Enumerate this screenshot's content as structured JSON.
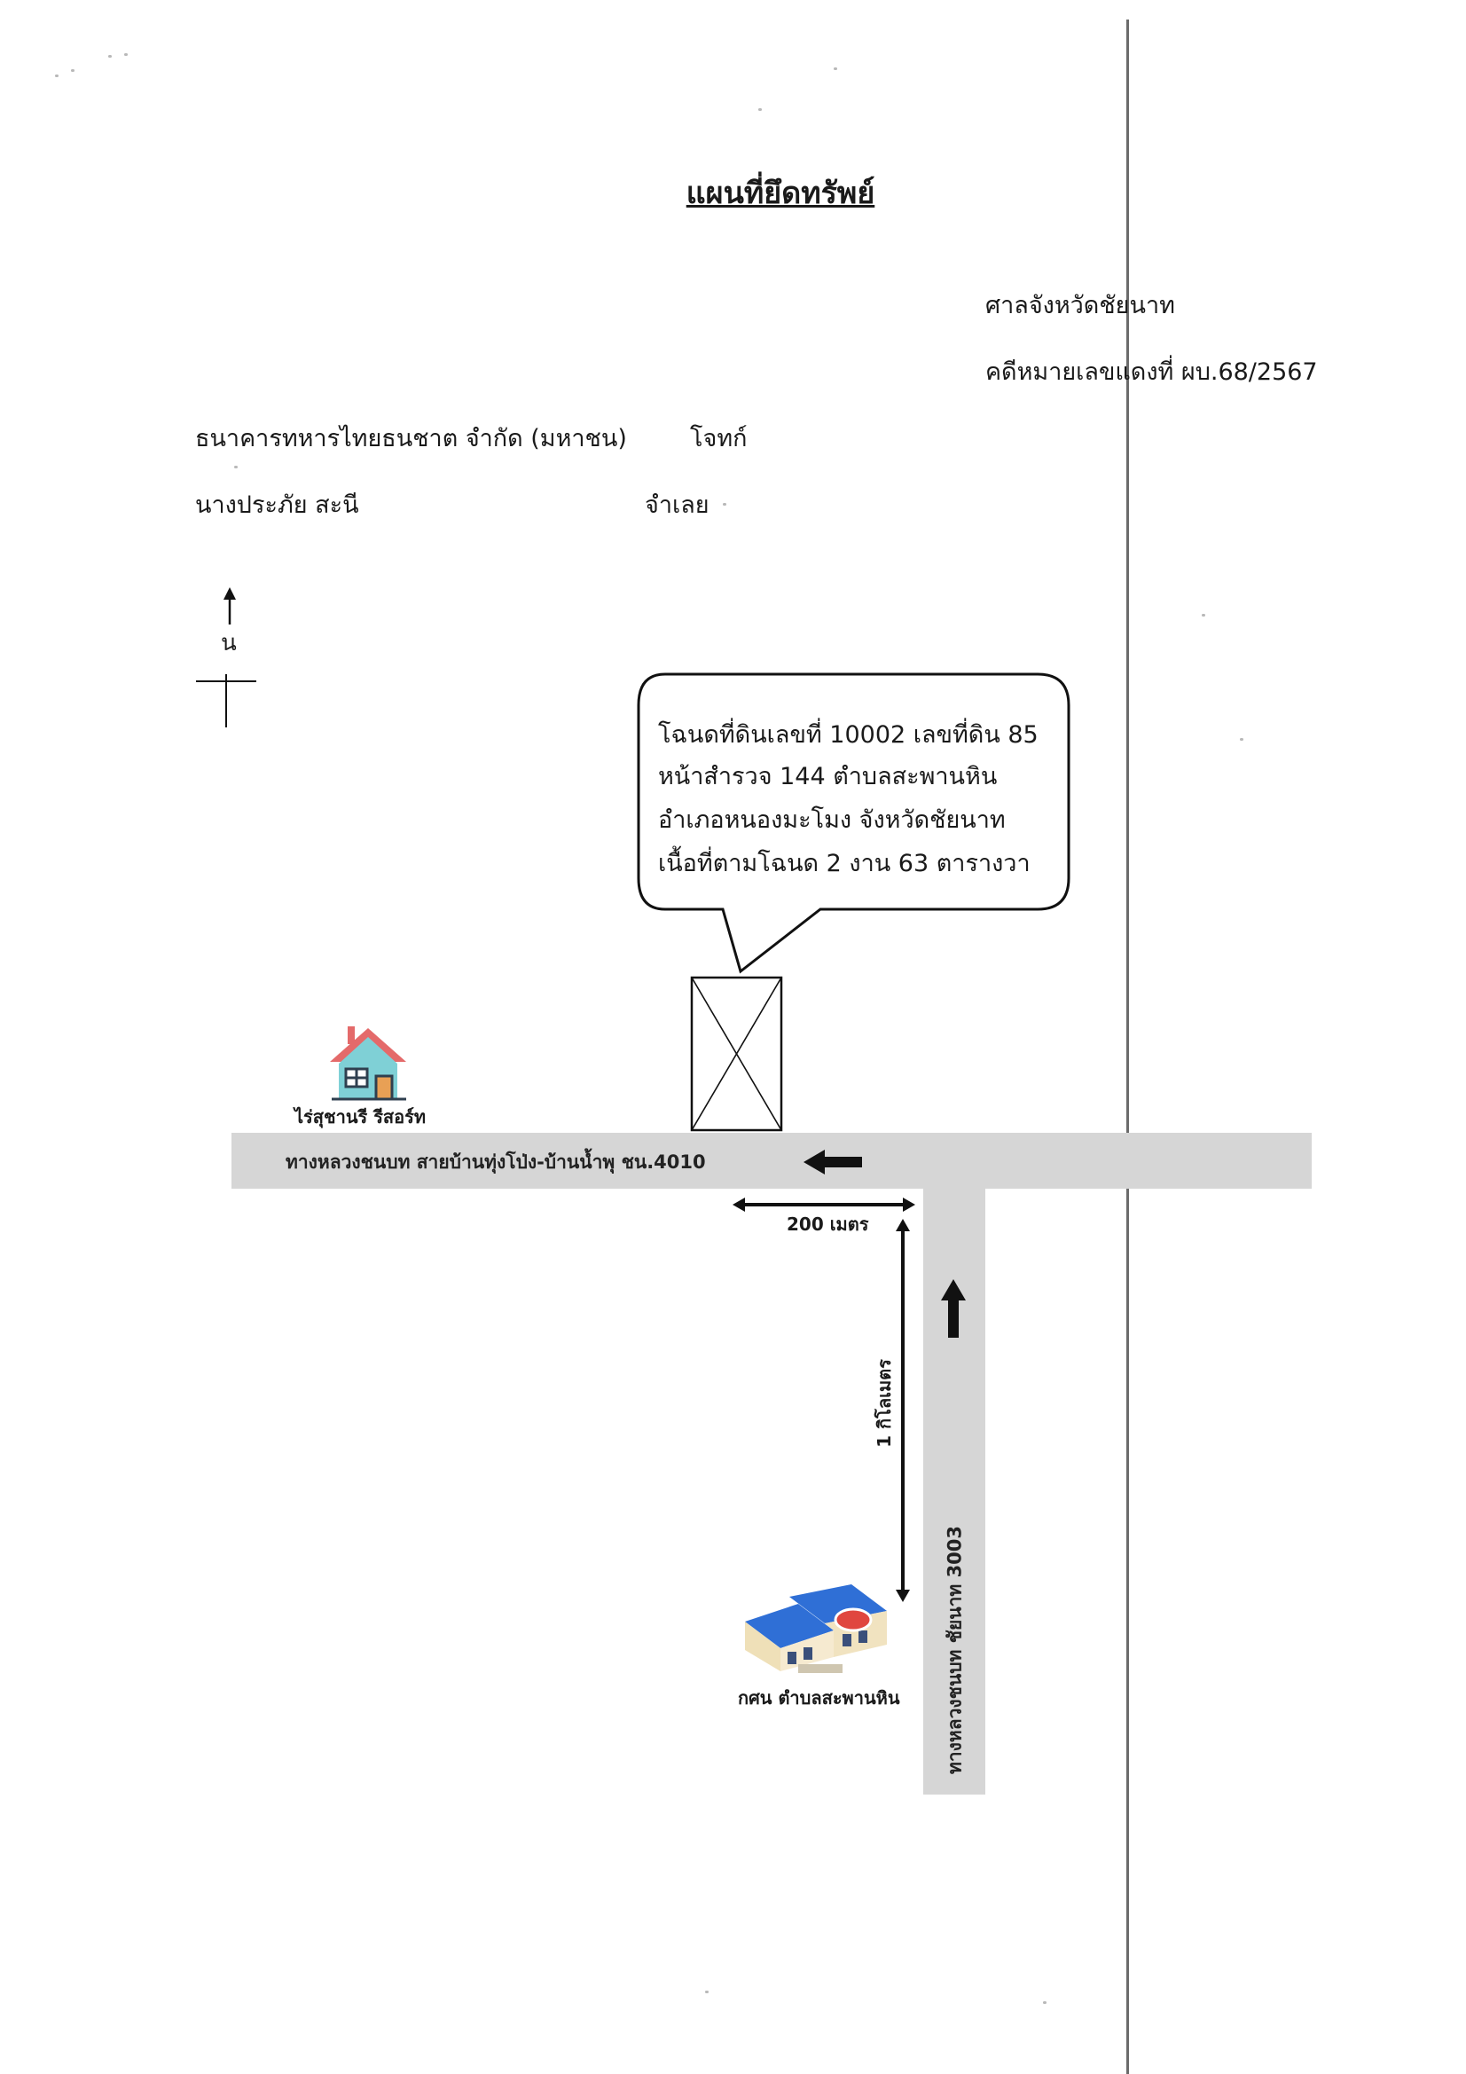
{
  "document": {
    "title": "แผนที่ยึดทรัพย์",
    "court": "ศาลจังหวัดชัยนาท",
    "case_number": "คดีหมายเลขแดงที่ ผบ.68/2567"
  },
  "parties": {
    "plaintiff_name": "ธนาคารทหารไทยธนชาต จำกัด (มหาชน)",
    "plaintiff_role": "โจทก์",
    "defendant_name": "นางประภัย  สะนี",
    "defendant_role": "จำเลย"
  },
  "compass": {
    "north_label": "น"
  },
  "callout": {
    "lines": [
      "โฉนดที่ดินเลขที่ 10002 เลขที่ดิน 85",
      "หน้าสำรวจ 144 ตำบลสะพานหิน",
      "อำเภอหนองมะโมง  จังหวัดชัยนาท",
      "เนื้อที่ตามโฉนด 2 งาน 63 ตารางวา"
    ]
  },
  "roads": {
    "horizontal_label": "ทางหลวงชนบท สายบ้านทุ่งโป่ง-บ้านน้ำพุ ชน.4010",
    "vertical_label": "ทางหลวงชนบท ชัยนาท 3003"
  },
  "distances": {
    "horizontal": "200 เมตร",
    "vertical": "1 กิโลเมตร"
  },
  "landmarks": {
    "resort_label": "ไร่สุชานรี  รีสอร์ท",
    "school_label": "กศน  ตำบลสะพานหิน"
  },
  "colors": {
    "road": "#d6d6d6",
    "house_body": "#7fd0d6",
    "house_roof": "#e46a6a",
    "school_roof": "#2f6fd6",
    "school_wall": "#f1e3c0",
    "school_sign": "#e0463f"
  }
}
